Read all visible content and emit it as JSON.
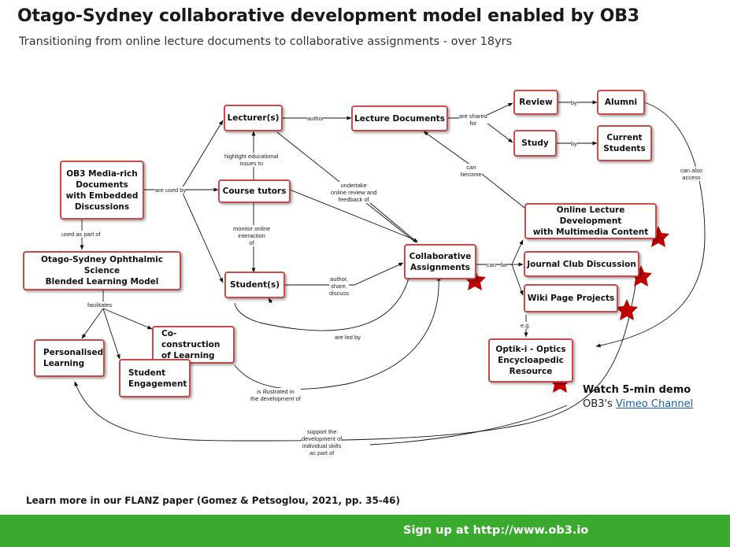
{
  "header": {
    "title": "Otago-Sydney collaborative development model enabled by OB3",
    "subtitle": "Transitioning  from online lecture documents to collaborative assignments - over 18yrs"
  },
  "nodes": {
    "lecturers": "Lecturer(s)",
    "lecture_documents": "Lecture Documents",
    "review": "Review",
    "alumni": "Alumni",
    "study": "Study",
    "current_students": "Current\nStudents",
    "ob3_documents": "OB3 Media-rich\nDocuments\nwith Embedded\nDiscussions",
    "course_tutors": "Course tutors",
    "online_lecture_dev": "Online Lecture Development\nwith Multimedia Content",
    "blended_model": "Otago-Sydney Ophthalmic Science\nBlended Learning Model",
    "collaborative_assignments": "Collaborative\nAssignments",
    "journal_club": "Journal Club Discussion",
    "students": "Student(s)",
    "wiki_projects": "Wiki Page Projects",
    "co_construction": "Co-construction\nof Learning",
    "personalised_learning": "Personalised\nLearning",
    "optik_i": "Optik-i  - Optics\nEncycloapedic\nResource",
    "student_engagement": "Student\nEngagement"
  },
  "edge_labels": {
    "author": "author",
    "are_shared_for": "are shared\nfor",
    "by_review": "by",
    "by_study": "by",
    "highlight": "highlight educational\nissues to",
    "are_used_by": "are used by",
    "undertake": "undertake\nonline review and\nfeedback of",
    "can_become": "can\nbecome",
    "can_also_access": "can also\naccess",
    "used_as_part_of": "used as part of",
    "monitor": "monitor online\ninteraction\nof",
    "can_be": "can",
    "be": "be",
    "author_share_discuss": "author,\nshare,\ndiscuss",
    "facilitates": "facilitates",
    "eg": "e.g.",
    "are_led_by": "are led by",
    "is_illustrated": "is illustrated in\nthe development of",
    "support": "support the\ndevelopment of\nindividual skills\nas part of"
  },
  "demo": {
    "title": "Watch 5-min demo",
    "prefix": "OB3's ",
    "link_text": "Vimeo Channel"
  },
  "learn_more": "Learn more in our FLANZ paper (Gomez & Petsoglou, 2021, pp. 35-46)",
  "footer": {
    "text": "Sign up at http://www.ob3.io"
  },
  "colors": {
    "node_border": "#c94a4a",
    "star": "#c00000",
    "footer_bg": "#3aaa2e",
    "link": "#1a5fb4"
  }
}
